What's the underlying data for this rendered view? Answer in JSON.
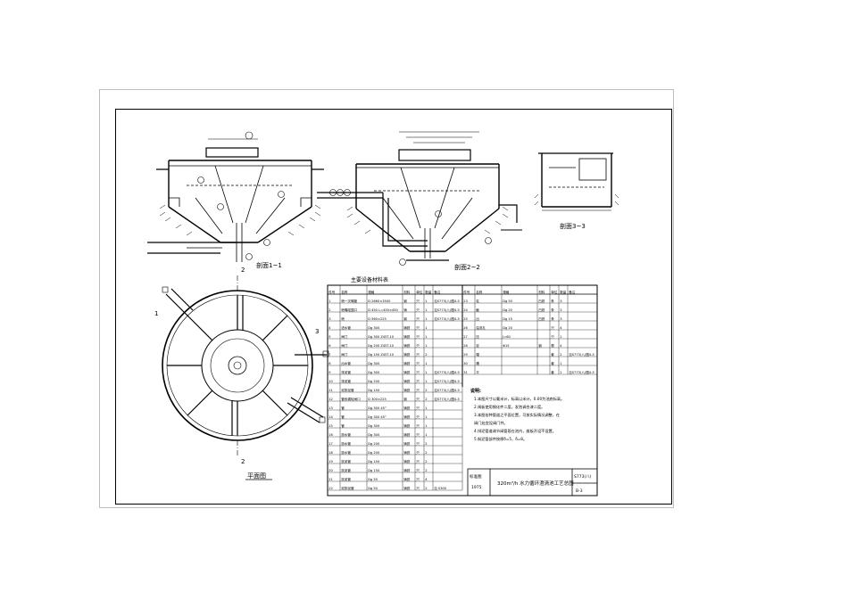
{
  "drawing": {
    "section_1_label": "剖面1~1",
    "section_2_label": "剖面2~2",
    "section_3_label": "剖面3~3",
    "plan_label": "平面图",
    "plan_marker_top": "2",
    "plan_marker_bottom": "2",
    "plan_marker_right": "3",
    "plan_marker_left": "1",
    "table_title": "主要设备材料表",
    "notes_title": "说明:",
    "notes": [
      "1.本图尺寸以毫米计，标高以米计，0.00为池底标高。",
      "2.闸板使用钢化件二度，发泡调合漆二度。",
      "3.本图各种管道之平面位置，可按实际情况调整，在",
      "  阀门处宜设阀门井。",
      "4.排泥管道调节阀管段在池内，维板开设不设置。",
      "5.斜泥管部件按厚δ=5，δ=8。"
    ],
    "title_block": {
      "std_label": "标准图",
      "year": "1975",
      "title": "320m³/h 水力循环澄清池工艺总图",
      "code": "S773(八)",
      "sheet": "B-3"
    }
  },
  "table_left": {
    "headers": [
      "件号",
      "名",
      "称",
      "规格",
      "材料",
      "单位",
      "数量",
      "备注"
    ],
    "rows": [
      [
        "1",
        "喷一次嘴管",
        "D 2660×3500",
        "钢",
        "只",
        "1",
        "见S773(八)图4-5"
      ],
      [
        "2",
        "喷嘴碰撞口",
        "D 450 L=450×450",
        "铸",
        "只",
        "1",
        "见S773(八)图4-5"
      ],
      [
        "3",
        "喷",
        "D 560×225",
        "钢",
        "只",
        "1",
        "见S773(八)图4-5"
      ],
      [
        "4",
        "进水管",
        "Dg 300",
        "铸铁",
        "只",
        "1",
        ""
      ],
      [
        "5",
        "闸门",
        "Dg 300 Z45T-10",
        "铸铁",
        "只",
        "1",
        ""
      ],
      [
        "6",
        "闸门",
        "Dg 200 Z45T-10",
        "铸铁",
        "只",
        "1",
        ""
      ],
      [
        "7",
        "闸门",
        "Dg 150 Z45T-10",
        "铸铁",
        "只",
        "2",
        ""
      ],
      [
        "8",
        "出水管",
        "Dg 300",
        "铸铁",
        "只",
        "1",
        ""
      ],
      [
        "9",
        "排泥管",
        "Dg 300",
        "铸铁",
        "只",
        "1",
        "见S773(八)图4-5"
      ],
      [
        "10",
        "排泥管",
        "Dg 200",
        "铸铁",
        "只",
        "1",
        "见S773(八)图4-5"
      ],
      [
        "11",
        "双排泥管",
        "Dg 150",
        "铸铁",
        "只",
        "2",
        "见S773(八)图4-5"
      ],
      [
        "12",
        "管系蜗轮闸口",
        "D 300×225",
        "钢",
        "只",
        "2",
        "见S773(八)图4-5"
      ],
      [
        "13",
        "管",
        "Dg 300 45°",
        "铸铁",
        "只",
        "1",
        ""
      ],
      [
        "14",
        "管",
        "Dg 300 45°",
        "铸铁",
        "只",
        "1",
        ""
      ],
      [
        "15",
        "管",
        "Dg 300",
        "铸铁",
        "只",
        "1",
        ""
      ],
      [
        "16",
        "放水管",
        "Dg 300",
        "铸铁",
        "只",
        "1",
        ""
      ],
      [
        "17",
        "放水管",
        "Dg 200",
        "铸铁",
        "只",
        "2",
        ""
      ],
      [
        "18",
        "放水管",
        "Dg 200",
        "铸铁",
        "只",
        "2",
        ""
      ],
      [
        "19",
        "放泥管",
        "Dg 150",
        "铸铁",
        "只",
        "2",
        ""
      ],
      [
        "20",
        "放泥管",
        "Dg 150",
        "铸铁",
        "只",
        "2",
        ""
      ],
      [
        "21",
        "放泥管",
        "Dg 50",
        "铸铁",
        "只",
        "4",
        ""
      ],
      [
        "22",
        "双排泥管",
        "Dg 50",
        "铸铁",
        "只",
        "2",
        "见 S300"
      ]
    ]
  },
  "table_right": {
    "headers": [
      "件号",
      "名",
      "称",
      "规格",
      "材料",
      "单位",
      "数量",
      "备注"
    ],
    "rows": [
      [
        "23",
        "柱",
        "Dg 50",
        "白铁",
        "条",
        "3",
        ""
      ],
      [
        "24",
        "截",
        "Dg 20",
        "白铁",
        "条",
        "3",
        ""
      ],
      [
        "25",
        "出",
        "Dg 15",
        "白铁",
        "条",
        "3",
        ""
      ],
      [
        "26",
        "溢流孔",
        "Dg 20",
        "",
        "只",
        "4",
        ""
      ],
      [
        "27",
        "压",
        "J=60",
        "",
        "只",
        "1",
        ""
      ],
      [
        "28",
        "定",
        "Φ15",
        "钢",
        "根",
        "4",
        ""
      ],
      [
        "29",
        "帽",
        "",
        "",
        "套",
        "2",
        "见S773(八)图4-5"
      ],
      [
        "30",
        "槽",
        "",
        "",
        "套",
        "1",
        ""
      ],
      [
        "31",
        "平",
        "",
        "",
        "套",
        "1",
        "见S773(八)图4-5"
      ]
    ]
  }
}
